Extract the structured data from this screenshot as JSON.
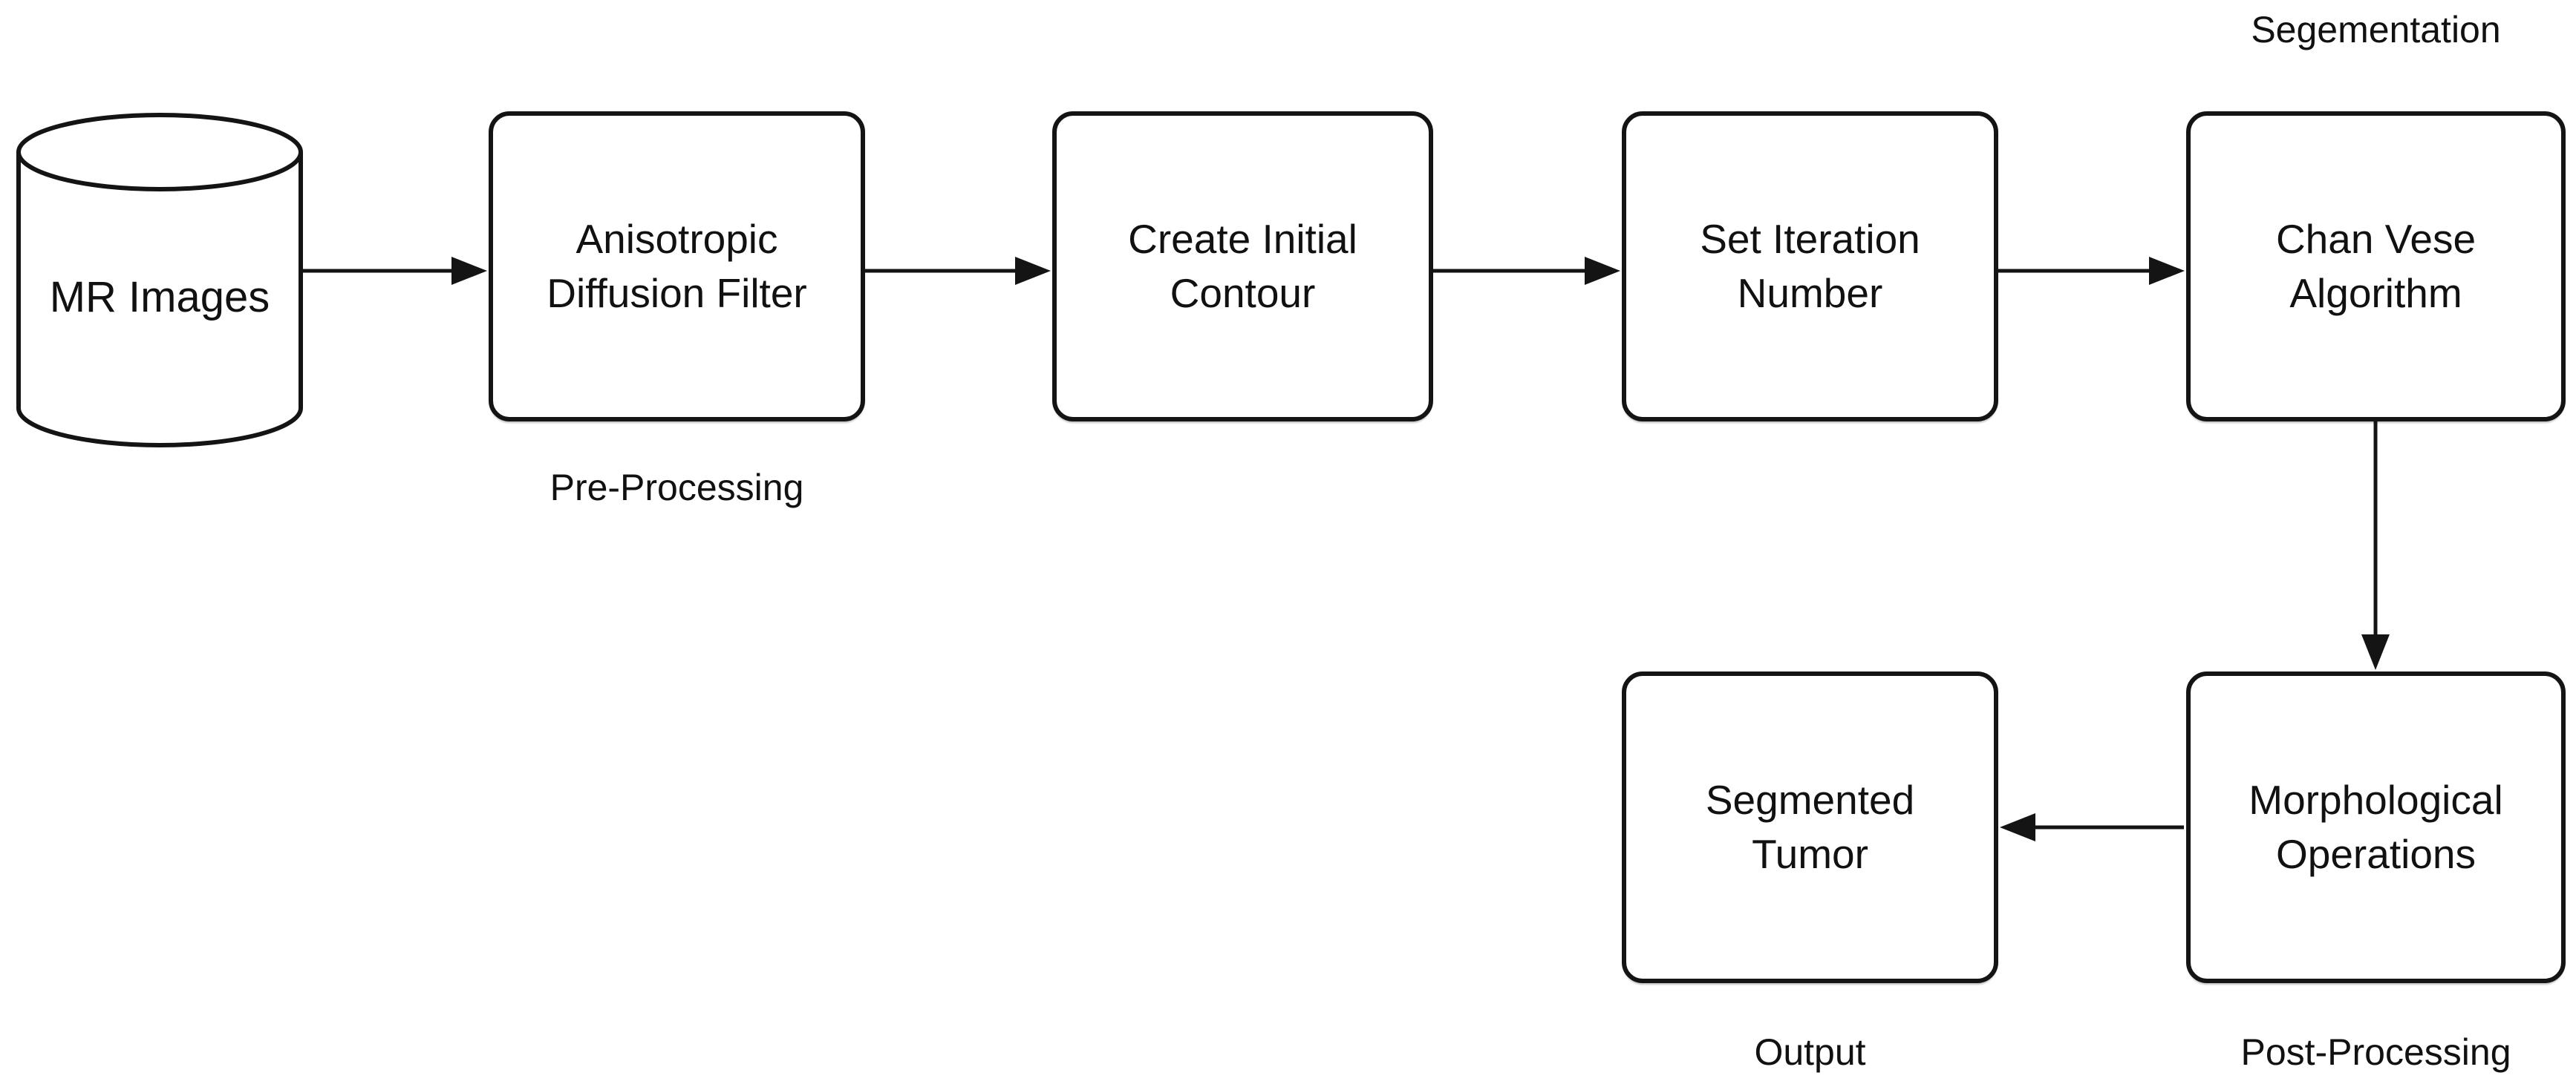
{
  "diagram": {
    "colors": {
      "stroke": "#141414",
      "shape_fill": "#ffffff",
      "background": "#ffffff",
      "text": "#111111"
    },
    "nodes": {
      "mr_images": {
        "label": "MR Images",
        "shape": "cylinder"
      },
      "anisotropic_diffusion_filter": {
        "label": "Anisotropic\nDiffusion Filter",
        "shape": "rounded-rect"
      },
      "create_initial_contour": {
        "label": "Create Initial\nContour",
        "shape": "rounded-rect"
      },
      "set_iteration_number": {
        "label": "Set Iteration\nNumber",
        "shape": "rounded-rect"
      },
      "chan_vese_algorithm": {
        "label": "Chan Vese\nAlgorithm",
        "shape": "rounded-rect"
      },
      "segmented_tumor": {
        "label": "Segmented\nTumor",
        "shape": "rounded-rect"
      },
      "morphological_operations": {
        "label": "Morphological\nOperations",
        "shape": "rounded-rect"
      }
    },
    "stage_labels": {
      "segmentation": "Segementation",
      "pre_processing": "Pre-Processing",
      "output": "Output",
      "post_processing": "Post-Processing"
    },
    "edges": [
      {
        "from": "mr_images",
        "to": "anisotropic_diffusion_filter",
        "direction": "right"
      },
      {
        "from": "anisotropic_diffusion_filter",
        "to": "create_initial_contour",
        "direction": "right"
      },
      {
        "from": "create_initial_contour",
        "to": "set_iteration_number",
        "direction": "right"
      },
      {
        "from": "set_iteration_number",
        "to": "chan_vese_algorithm",
        "direction": "right"
      },
      {
        "from": "chan_vese_algorithm",
        "to": "morphological_operations",
        "direction": "down"
      },
      {
        "from": "morphological_operations",
        "to": "segmented_tumor",
        "direction": "left"
      }
    ]
  }
}
